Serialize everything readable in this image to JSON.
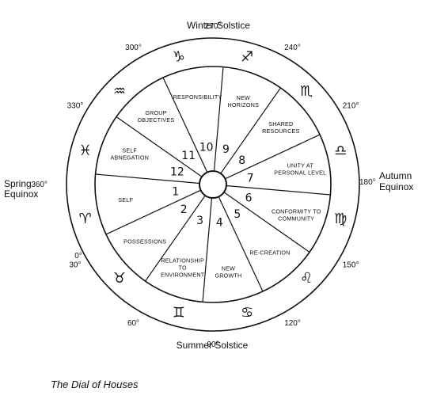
{
  "cardinal": {
    "winter": "Winter Solstice",
    "summer": "Summer Solstice",
    "spring": [
      "Spring",
      "Equinox"
    ],
    "autumn": [
      "Autumn",
      "Equinox"
    ]
  },
  "degrees": [
    "0°",
    "30°",
    "60°",
    "90°",
    "120°",
    "150°",
    "180°",
    "210°",
    "240°",
    "270°",
    "300°",
    "330°",
    "360°"
  ],
  "houses": [
    {
      "num": "1",
      "label": [
        "SELF"
      ]
    },
    {
      "num": "2",
      "label": [
        "POSSESSIONS"
      ]
    },
    {
      "num": "3",
      "label": [
        "RELATIONSHIP",
        "TO",
        "ENVIRONMENT"
      ]
    },
    {
      "num": "4",
      "label": [
        "NEW",
        "GROWTH"
      ]
    },
    {
      "num": "5",
      "label": [
        "RE-CREATION"
      ]
    },
    {
      "num": "6",
      "label": [
        "CONFORMITY TO",
        "COMMUNITY"
      ]
    },
    {
      "num": "7",
      "label": [
        "UNITY AT",
        "PERSONAL LEVEL"
      ]
    },
    {
      "num": "8",
      "label": [
        "SHARED",
        "RESOURCES"
      ]
    },
    {
      "num": "9",
      "label": [
        "NEW",
        "HORIZONS"
      ]
    },
    {
      "num": "10",
      "label": [
        "RESPONSIBILITY"
      ]
    },
    {
      "num": "11",
      "label": [
        "GROUP",
        "OBJECTIVES"
      ]
    },
    {
      "num": "12",
      "label": [
        "SELF",
        "ABNEGATION"
      ]
    }
  ],
  "signs": [
    {
      "name": "aries",
      "glyph": "♈"
    },
    {
      "name": "taurus",
      "glyph": "♉"
    },
    {
      "name": "gemini",
      "glyph": "♊"
    },
    {
      "name": "cancer",
      "glyph": "♋"
    },
    {
      "name": "leo",
      "glyph": "♌"
    },
    {
      "name": "virgo",
      "glyph": "♍"
    },
    {
      "name": "libra",
      "glyph": "♎"
    },
    {
      "name": "scorpio",
      "glyph": "♏"
    },
    {
      "name": "sagittarius",
      "glyph": "♐"
    },
    {
      "name": "capricorn",
      "glyph": "♑"
    },
    {
      "name": "aquarius",
      "glyph": "♒"
    },
    {
      "name": "pisces",
      "glyph": "♓"
    }
  ],
  "caption": "The Dial of Houses"
}
